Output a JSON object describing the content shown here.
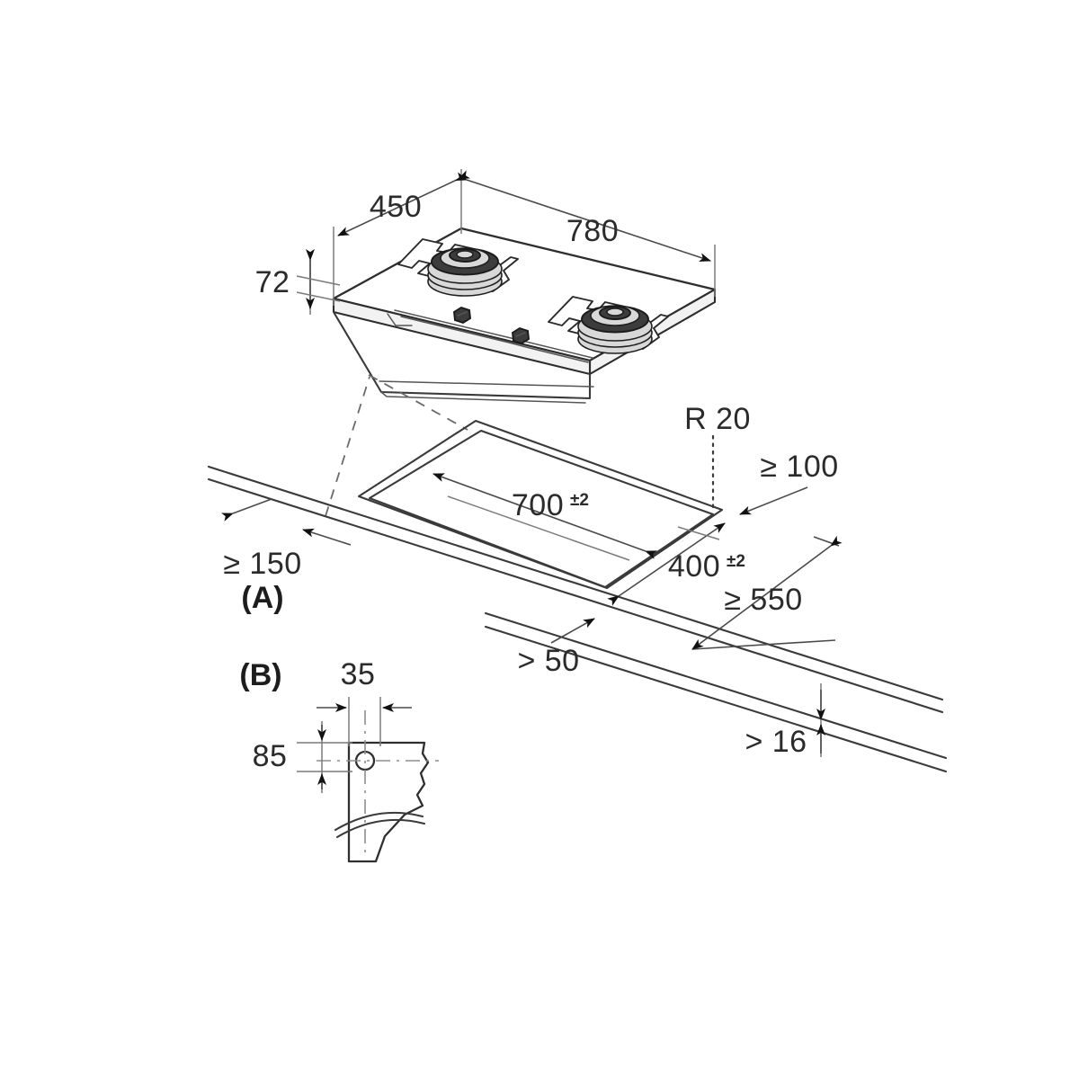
{
  "document": {
    "type": "installation-dimension-drawing",
    "subject": "Two-burner gas hob worktop cutout and clearance dimensions",
    "units": "mm"
  },
  "appliance_dimensions": {
    "width": "780",
    "depth": "450",
    "height": "72"
  },
  "cutout_dimensions": {
    "width": "700±2",
    "width_value": "700",
    "width_tolerance": "±2",
    "depth": "400±2",
    "depth_value": "400",
    "depth_tolerance": "±2",
    "corner_radius": "R 20"
  },
  "clearances": {
    "side_left": "≥ 150",
    "rear": "≥ 100",
    "front": "≥ 550",
    "front_edge": "> 50",
    "worktop_thickness": "> 16"
  },
  "detail_labels": {
    "a": "(A)",
    "b": "(B)"
  },
  "detail_b_dimensions": {
    "width": "35",
    "height": "85"
  },
  "colors": {
    "line": "#3a3a3a",
    "text": "#2b2b2b",
    "arrow": "#111111",
    "background": "#ffffff"
  },
  "labels": {
    "d450": "450",
    "d780": "780",
    "d72": "72",
    "d700": "700",
    "tol700": "±2",
    "d400": "400",
    "tol400": "±2",
    "r20": "R 20",
    "ge100": "≥ 100",
    "ge150": "≥ 150",
    "ge550": "≥ 550",
    "gt50": "> 50",
    "gt16": "> 16",
    "d35": "35",
    "d85": "85",
    "labelA": "(A)",
    "labelB": "(B)"
  }
}
